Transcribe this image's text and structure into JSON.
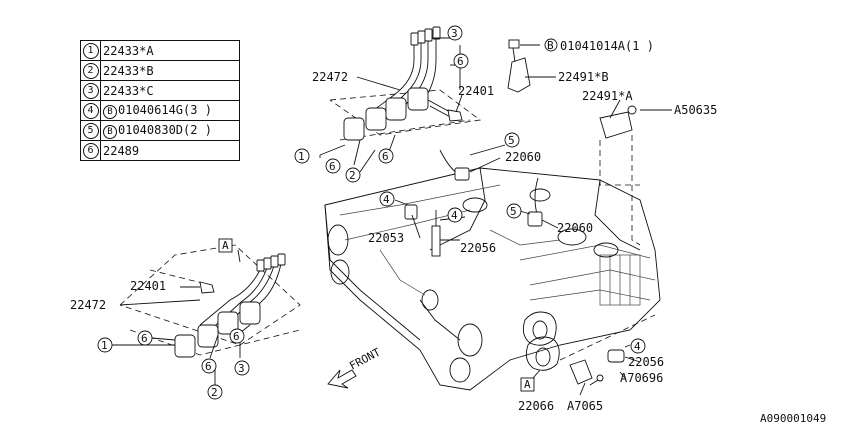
{
  "legend": [
    {
      "num": "1",
      "part": "22433*A",
      "bolt": ""
    },
    {
      "num": "2",
      "part": "22433*B",
      "bolt": ""
    },
    {
      "num": "3",
      "part": "22433*C",
      "bolt": ""
    },
    {
      "num": "4",
      "part": "01040614G(3 )",
      "bolt": "B"
    },
    {
      "num": "5",
      "part": "01040830D(2 )",
      "bolt": "B"
    },
    {
      "num": "6",
      "part": "22489",
      "bolt": ""
    }
  ],
  "labels": {
    "p22472_top": "22472",
    "p22401_top": "22401",
    "p22491b": "22491*B",
    "p22491a": "22491*A",
    "a50635": "A50635",
    "p01041014a": "01041014A(1 )",
    "p01041014a_b": "B",
    "p22060_a": "22060",
    "p22060_b": "22060",
    "p22053": "22053",
    "p22056_a": "22056",
    "p22056_b": "22056",
    "p22401_bot": "22401",
    "p22472_bot": "22472",
    "a70696": "A70696",
    "p22066": "22066",
    "a7065": "A7065",
    "front": "FRONT",
    "box_a": "A",
    "diagram_id": "A090001049"
  },
  "callouts": {
    "c1": "1",
    "c2": "2",
    "c3": "3",
    "c4": "4",
    "c5": "5",
    "c6": "6"
  }
}
